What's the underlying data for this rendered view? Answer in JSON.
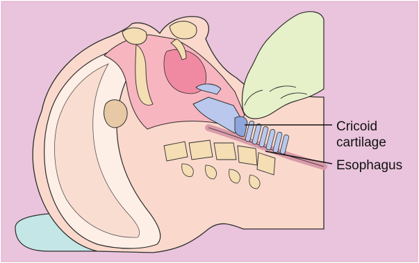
{
  "labels": {
    "cricoid_line1": "Cricoid",
    "cricoid_line2": "cartilage",
    "esophagus": "Esophagus"
  },
  "colors": {
    "background": "#e9c4dc",
    "skin": "#fad9cc",
    "airway": "#f7b5bf",
    "cavity": "#f08aa3",
    "bone": "#f5ddb4",
    "cartilage": "#b9c8ec",
    "glove": "#e6f0c9",
    "pillow": "#c4e6e6",
    "outline": "#2b2b2b"
  },
  "icons": [
    "gloved-hand-icon",
    "pillow-icon"
  ]
}
